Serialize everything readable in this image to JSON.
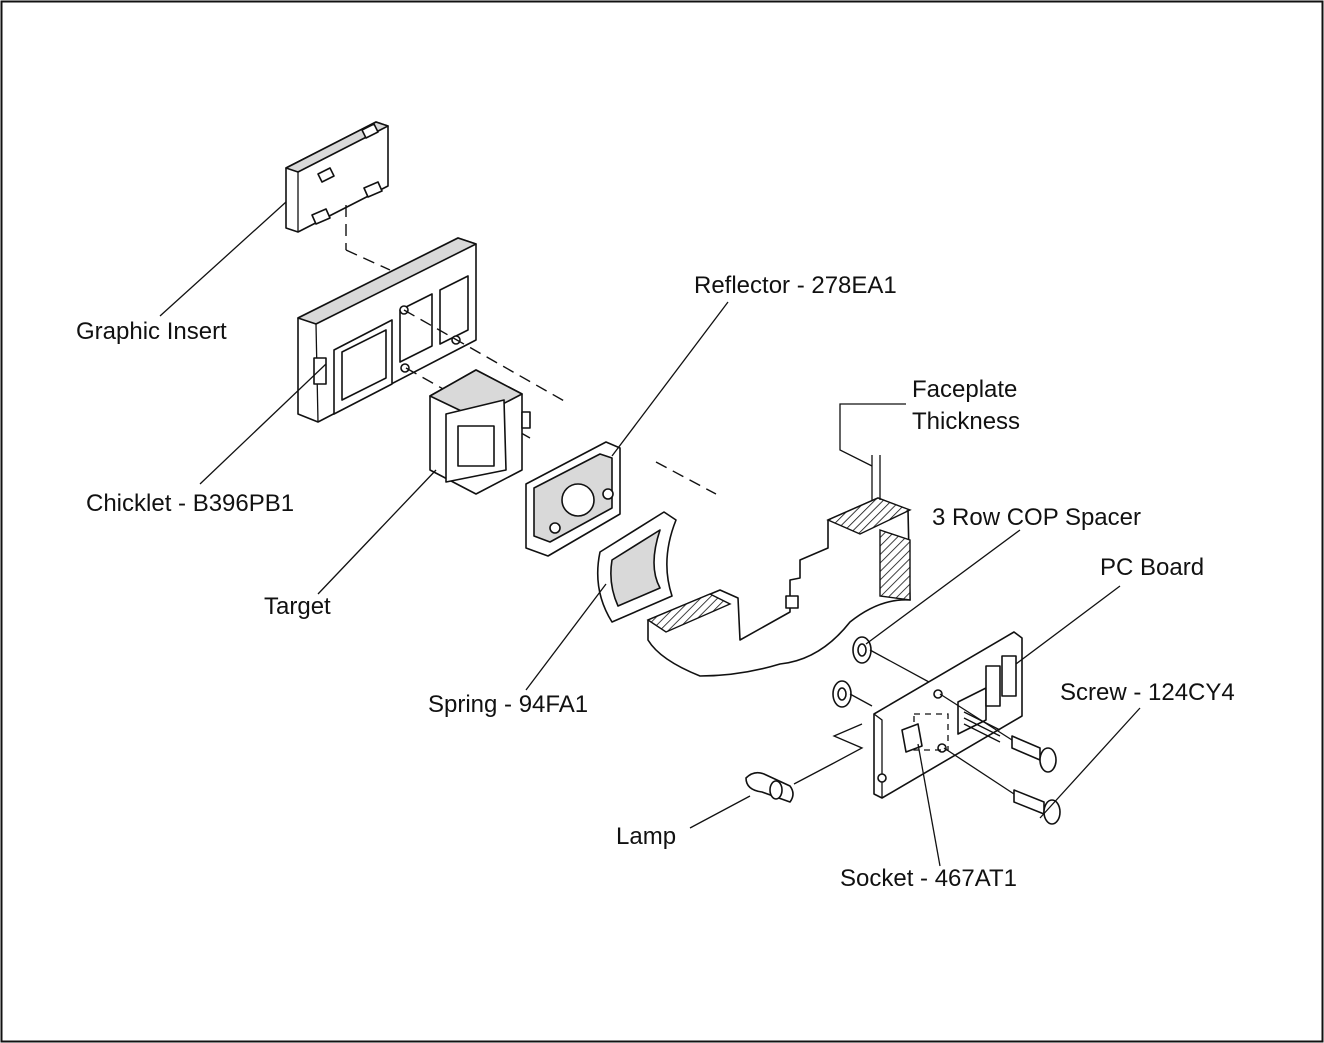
{
  "labels": {
    "graphic_insert": "Graphic Insert",
    "chicklet": "Chicklet - B396PB1",
    "target": "Target",
    "reflector": "Reflector - 278EA1",
    "faceplate_thickness_line1": "Faceplate",
    "faceplate_thickness_line2": "Thickness",
    "cop_spacer": "3 Row COP Spacer",
    "pc_board": "PC Board",
    "screw": "Screw - 124CY4",
    "spring": "Spring - 94FA1",
    "lamp": "Lamp",
    "socket": "Socket - 467AT1"
  }
}
